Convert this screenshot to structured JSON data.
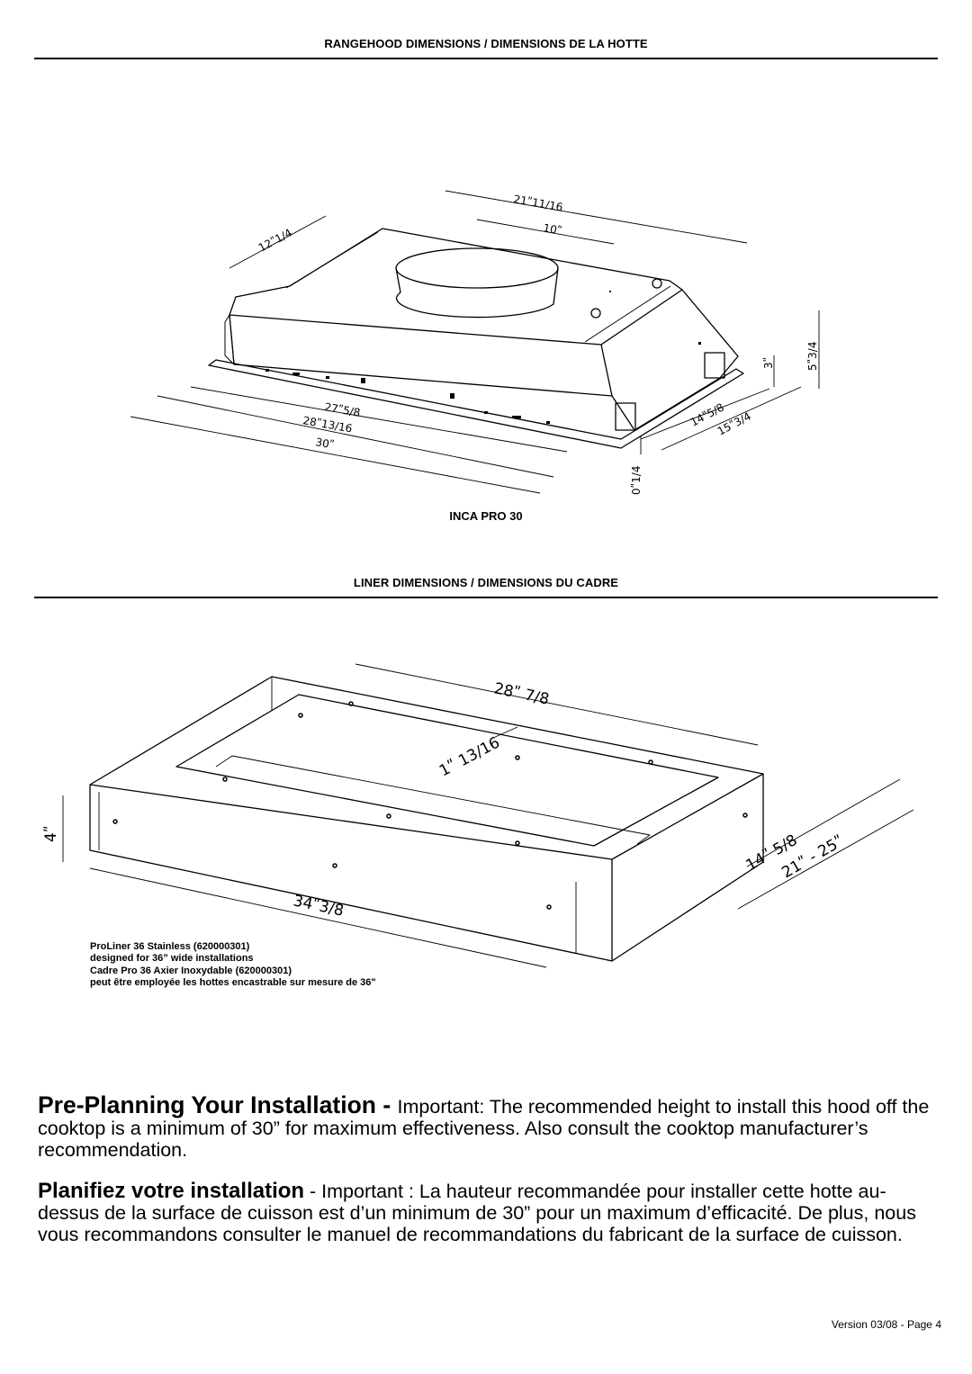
{
  "rangehood_section": {
    "heading": "RANGEHOOD DIMENSIONS / DIMENSIONS DE LA HOTTE",
    "model": "INCA PRO 30",
    "dimensions": {
      "top_width": "21ʺ11/16",
      "duct_diameter": "10ʺ",
      "depth": "12ʺ1/4",
      "width_inner": "27ʺ5/8",
      "width_body": "28ʺ13/16",
      "width_overall": "30ʺ",
      "side_depth": "14ʺ5/8",
      "side_depth_overall": "15ʺ3/4",
      "height_body": "3ʺ",
      "height_overall": "5ʺ3/4",
      "flange": "0ʺ1/4"
    }
  },
  "liner_section": {
    "heading": "LINER DIMENSIONS / DIMENSIONS DU CADRE",
    "dimensions": {
      "opening_width": "28ʺ  7/8",
      "rim": "1ʺ  13/16",
      "height": "4ʺ",
      "width": "34ʺ3/8",
      "depth_range_min": "14ʺ  5/8",
      "depth_range_max": "21ʺ  -  25ʺ"
    },
    "caption": [
      "ProLiner 36 Stainless (620000301)",
      "designed for 36” wide installations",
      "Cadre Pro 36 Axier Inoxydable (620000301)",
      "peut être employée les hottes encastrable sur mesure de 36\""
    ]
  },
  "pre_planning": {
    "en_lead": "Pre-Planning Your Installation - ",
    "en_body": "Important:  The recommended height to install this hood off the cooktop is a minimum of 30” for maximum effectiveness. Also consult the cooktop manufacturer’s recommendation.",
    "fr_lead": "Planifiez votre installation",
    "fr_body": " - Important :  La hauteur recommandée pour installer cette hotte au-dessus de la surface de cuisson est d’un minimum de 30” pour un maximum d’efficacité.  De plus, nous vous recommandons consulter le manuel de recommandations du fabricant de la surface de cuisson."
  },
  "footer": {
    "version": "Version 03/08 - Page 4"
  }
}
